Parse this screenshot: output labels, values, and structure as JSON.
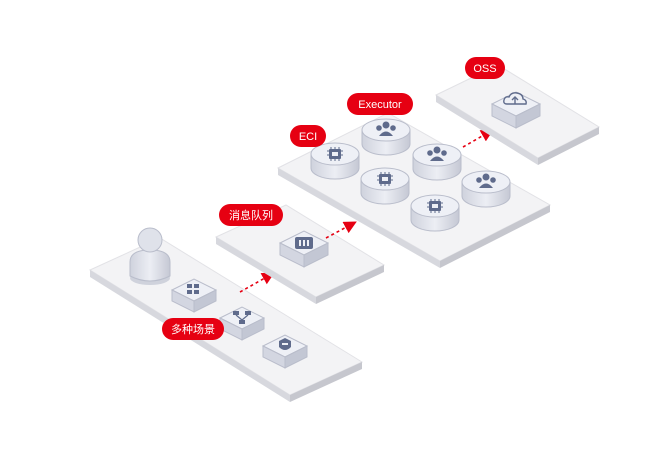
{
  "labels": {
    "scenarios": "多种场景",
    "message_queue": "消息队列",
    "eci": "ECI",
    "executor": "Executor",
    "oss": "OSS"
  },
  "colors": {
    "accent_red": "#e60012",
    "platform_top": "#f2f2f4",
    "platform_side": "#d9d9de",
    "icon_top": "#eef0f6",
    "icon_side": "#c9ccd8",
    "glyph": "#5f6b8c",
    "arrow": "#e60012"
  },
  "icons": {
    "user": "user-figure-icon",
    "scenario_1": "grid-apps-icon",
    "scenario_2": "flowchart-icon",
    "scenario_3": "shield-chat-icon",
    "queue": "message-queue-icon",
    "eci": "cpu-chip-icon",
    "executor": "users-group-icon",
    "oss": "cloud-upload-icon"
  }
}
